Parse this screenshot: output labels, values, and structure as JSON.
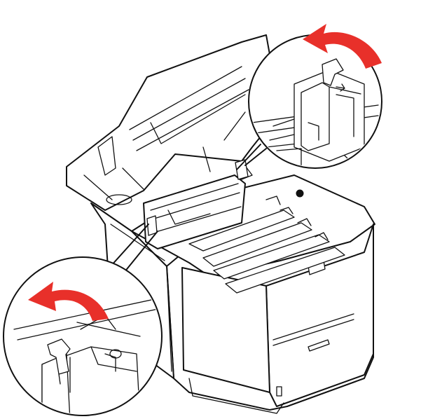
{
  "illustration": {
    "subject": "printer-fuser-unit-removal",
    "accent_color": "#e8302a",
    "line_color": "#111111",
    "background": "#ffffff"
  },
  "callouts": [
    {
      "id": "upper-right",
      "arrow": "curved-arrow-left",
      "icon": "fuser-lock-lever-right"
    },
    {
      "id": "lower-left",
      "arrow": "curved-arrow-left",
      "icon": "fuser-lock-lever-left"
    }
  ]
}
